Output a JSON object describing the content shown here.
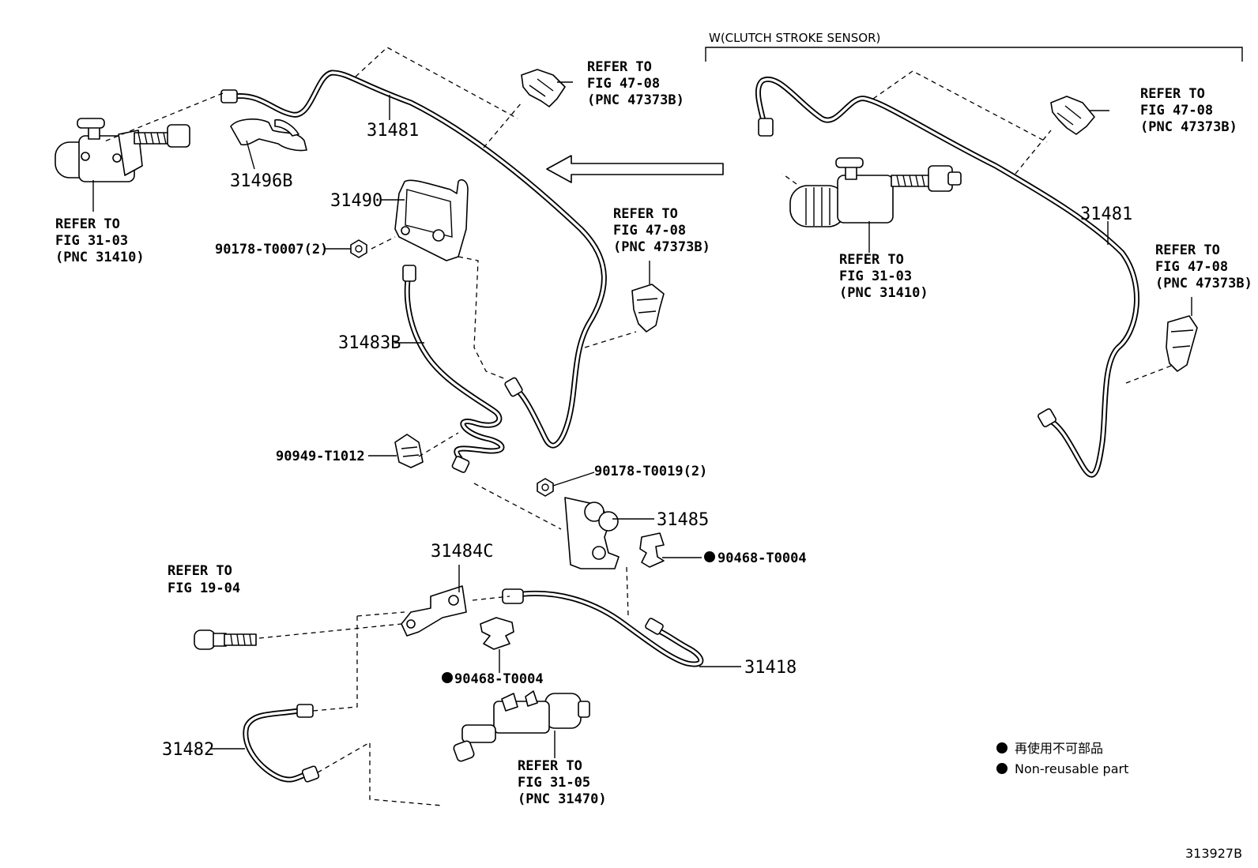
{
  "variant_header": "W(CLUTCH STROKE SENSOR)",
  "callouts": {
    "part_31481_main": "31481",
    "part_31481_variant": "31481",
    "part_31496b": "31496B",
    "part_31490": "31490",
    "part_90178_t0007": "90178-T0007(2)",
    "part_31483b": "31483B",
    "part_90949_t1012": "90949-T1012",
    "part_90178_t0019": "90178-T0019(2)",
    "part_31485": "31485",
    "part_90468_t0004_a": "90468-T0004",
    "part_31484c": "31484C",
    "part_90468_t0004_b": "90468-T0004",
    "part_31418": "31418",
    "part_31482": "31482"
  },
  "refs": {
    "master_cyl_main": [
      "REFER TO",
      "FIG 31-03",
      "(PNC 31410)"
    ],
    "clamp_top_main": [
      "REFER TO",
      "FIG 47-08",
      "(PNC 47373B)"
    ],
    "clamp_mid_main": [
      "REFER TO",
      "FIG 47-08",
      "(PNC 47373B)"
    ],
    "bolt": [
      "REFER TO",
      "FIG 19-04"
    ],
    "release_cyl": [
      "REFER TO",
      "FIG 31-05",
      "(PNC 31470)"
    ],
    "master_cyl_variant": [
      "REFER TO",
      "FIG 31-03",
      "(PNC 31410)"
    ],
    "clamp_top_variant": [
      "REFER TO",
      "FIG 47-08",
      "(PNC 47373B)"
    ],
    "clamp_mid_variant": [
      "REFER TO",
      "FIG 47-08",
      "(PNC 47373B)"
    ]
  },
  "legend": {
    "symbol": "●",
    "japanese": "再使用不可部品",
    "english": "Non-reusable part"
  },
  "figure_code": "313927B"
}
